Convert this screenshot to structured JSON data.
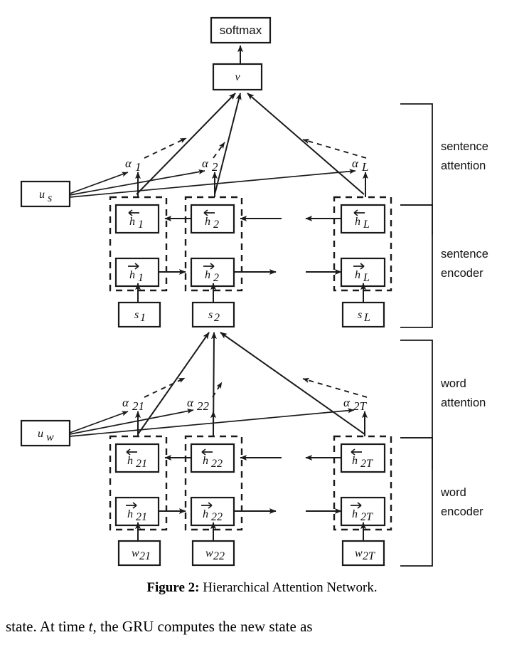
{
  "figure": {
    "caption_label": "Figure 2:",
    "caption_text": "Hierarchical Attention Network.",
    "body_text_pre": "state. At time ",
    "body_text_var": "t",
    "body_text_post": ", the GRU computes the new state as"
  },
  "output": {
    "softmax_label": "softmax",
    "vector_label": "v"
  },
  "context_vectors": {
    "sentence": "u",
    "sentence_sub": "s",
    "word": "u",
    "word_sub": "w"
  },
  "sentence_attention": {
    "alphas": [
      {
        "base": "α",
        "sub": "1"
      },
      {
        "base": "α",
        "sub": "2"
      },
      {
        "base": "α",
        "sub": "L"
      }
    ]
  },
  "sentence_encoder": {
    "backward": [
      {
        "base": "h",
        "sub": "1"
      },
      {
        "base": "h",
        "sub": "2"
      },
      {
        "base": "h",
        "sub": "L"
      }
    ],
    "forward": [
      {
        "base": "h",
        "sub": "1"
      },
      {
        "base": "h",
        "sub": "2"
      },
      {
        "base": "h",
        "sub": "L"
      }
    ],
    "inputs": [
      {
        "base": "s",
        "sub": "1"
      },
      {
        "base": "s",
        "sub": "2"
      },
      {
        "base": "s",
        "sub": "L"
      }
    ]
  },
  "word_attention": {
    "alphas": [
      {
        "base": "α",
        "sub": "21"
      },
      {
        "base": "α",
        "sub": "22"
      },
      {
        "base": "α",
        "sub": "2T"
      }
    ]
  },
  "word_encoder": {
    "backward": [
      {
        "base": "h",
        "sub": "21"
      },
      {
        "base": "h",
        "sub": "22"
      },
      {
        "base": "h",
        "sub": "2T"
      }
    ],
    "forward": [
      {
        "base": "h",
        "sub": "21"
      },
      {
        "base": "h",
        "sub": "22"
      },
      {
        "base": "h",
        "sub": "2T"
      }
    ],
    "inputs": [
      {
        "base": "w",
        "sub": "21"
      },
      {
        "base": "w",
        "sub": "22"
      },
      {
        "base": "w",
        "sub": "2T"
      }
    ]
  },
  "side_labels": [
    {
      "line1": "sentence",
      "line2": "attention"
    },
    {
      "line1": "sentence",
      "line2": "encoder"
    },
    {
      "line1": "word",
      "line2": "attention"
    },
    {
      "line1": "word",
      "line2": "encoder"
    }
  ],
  "colors": {
    "ink": "#1a1a1a",
    "background": "#ffffff"
  }
}
